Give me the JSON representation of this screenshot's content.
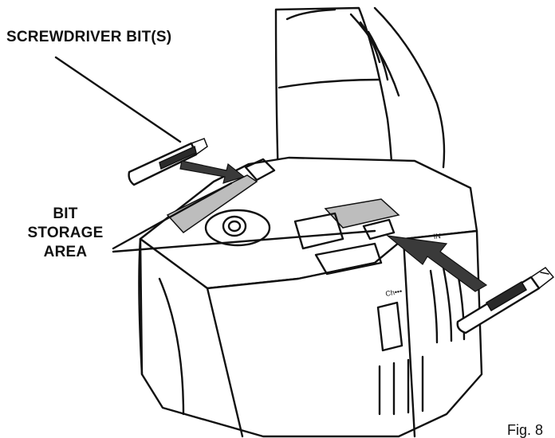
{
  "labels": {
    "screwdriver_bits": "SCREWDRIVER BIT(S)",
    "bit_line1": "BIT",
    "bit_line2": "STORAGE",
    "bit_line3": "AREA",
    "figure_number": "Fig. 8"
  },
  "icons": {
    "bit_left": "flat-screwdriver-bit-icon",
    "bit_right": "phillips-screwdriver-bit-icon",
    "arrow_left": "insert-arrow-icon",
    "arrow_right": "insert-arrow-icon"
  },
  "colors": {
    "ink": "#111111",
    "arrow_fill": "#3a3a3a",
    "background": "#ffffff"
  }
}
